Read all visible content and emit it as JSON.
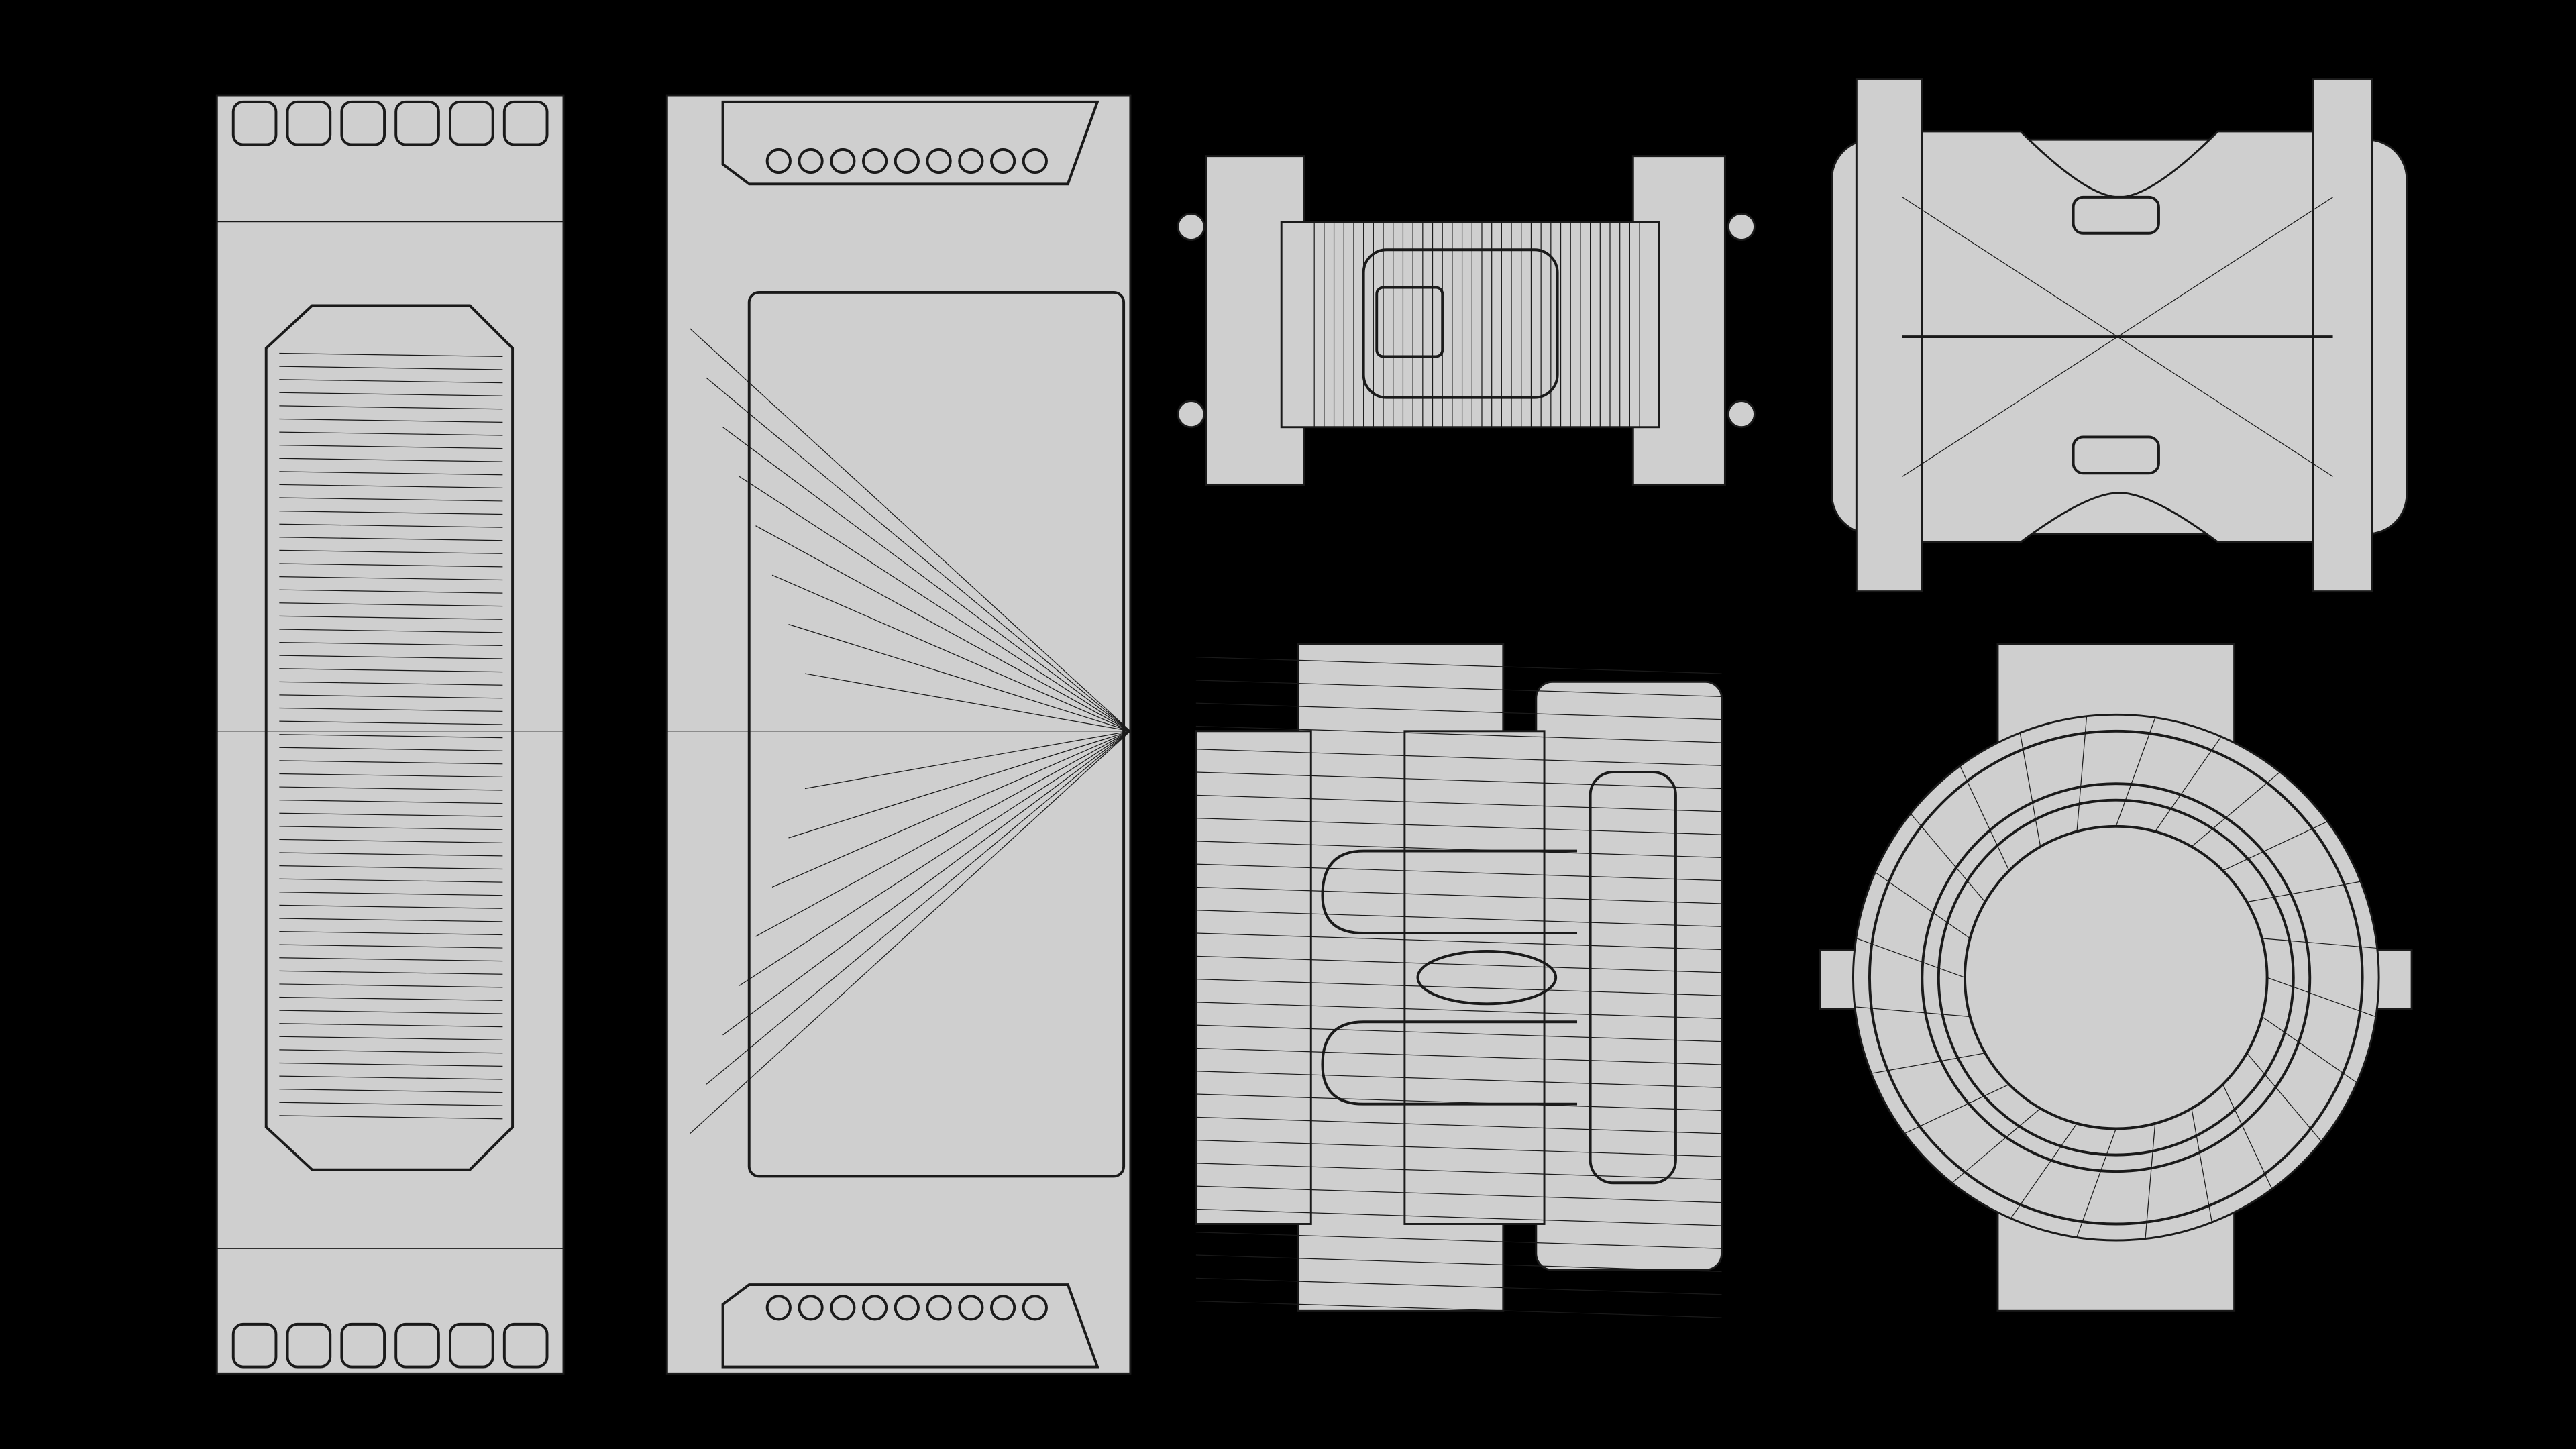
{
  "colors": {
    "background": "#000000",
    "panel": "#cfcfcf",
    "wire": "#1a1a1a"
  },
  "views": [
    {
      "name": "long-panel-front"
    },
    {
      "name": "long-panel-back"
    },
    {
      "name": "connector-top"
    },
    {
      "name": "spool-side"
    },
    {
      "name": "cylinder-side"
    },
    {
      "name": "cylinder-end"
    }
  ]
}
